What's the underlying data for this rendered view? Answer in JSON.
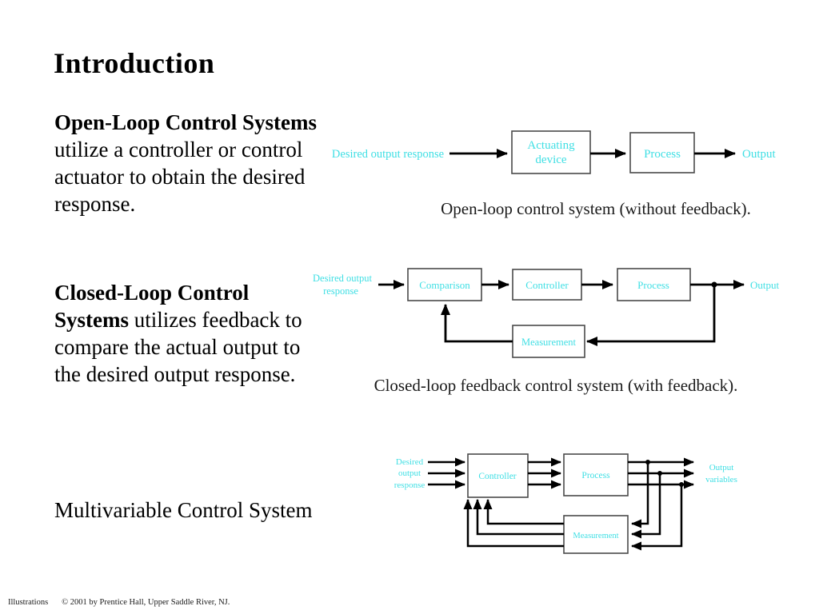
{
  "slide": {
    "title": "Introduction"
  },
  "sections": {
    "open_loop": {
      "line1_bold": "Open-Loop Control Systems",
      "line2": "utilize a controller or control",
      "line3": "actuator to obtain the desired",
      "line4": "response."
    },
    "closed_loop": {
      "line1_bold": "Closed-Loop Control",
      "line2_bold": "Systems",
      "line2_rest": " utilizes feedback to",
      "line3": "compare the actual output to",
      "line4": "the desired output response."
    },
    "multivariable": {
      "heading": "Multivariable Control System"
    }
  },
  "diagrams": {
    "open_loop": {
      "input_label": "Desired output response",
      "actuating_line1": "Actuating",
      "actuating_line2": "device",
      "process_block": "Process",
      "output_label": "Output",
      "caption": "Open-loop control system (without feedback)."
    },
    "closed_loop": {
      "input_line1": "Desired output",
      "input_line2": "response",
      "comparison_block": "Comparison",
      "controller_block": "Controller",
      "process_block": "Process",
      "measurement_block": "Measurement",
      "output_label": "Output",
      "caption": "Closed-loop feedback control system (with feedback)."
    },
    "multivariable": {
      "input_line1": "Desired",
      "input_line2": "output",
      "input_line3": "response",
      "controller_block": "Controller",
      "process_block": "Process",
      "measurement_block": "Measurement",
      "output_line1": "Output",
      "output_line2": "variables"
    }
  },
  "footer": {
    "label": "Illustrations",
    "copyright": "© 2001 by Prentice Hall, Upper Saddle River, NJ."
  },
  "colors": {
    "label_cyan": "#3fdfe4",
    "box_border": "#4a4a4a",
    "line_black": "#000000",
    "background": "#ffffff"
  }
}
